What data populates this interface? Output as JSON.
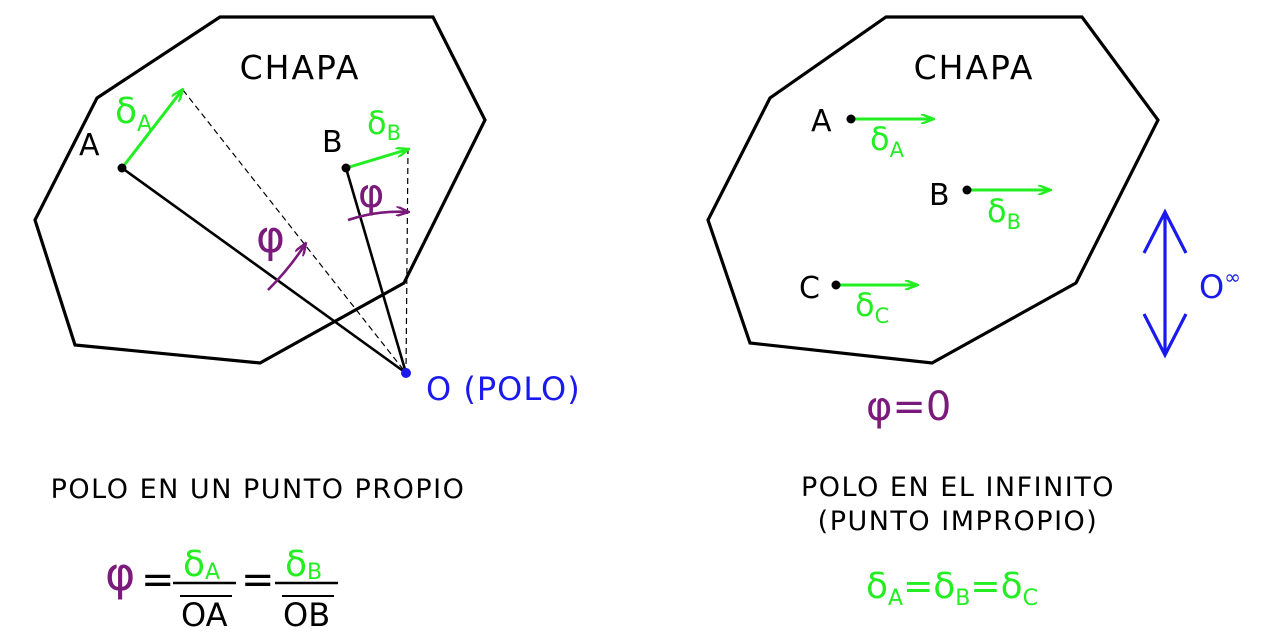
{
  "colors": {
    "outline": "#000000",
    "displacement": "#22ee22",
    "rotation": "#7a1a7a",
    "pole": "#1a1aee"
  },
  "left": {
    "plate_label": "CHAPA",
    "point_a": "A",
    "point_b": "B",
    "delta_a": {
      "base": "δ",
      "sub": "A"
    },
    "delta_b": {
      "base": "δ",
      "sub": "B"
    },
    "phi_symbol": "φ",
    "pole_label": "O (POLO)",
    "caption": "POLO EN UN PUNTO PROPIO",
    "formula": {
      "phi": "φ",
      "eq": "=",
      "num1": {
        "base": "δ",
        "sub": "A"
      },
      "den1": "OA",
      "num2": {
        "base": "δ",
        "sub": "B"
      },
      "den2": "OB"
    }
  },
  "right": {
    "plate_label": "CHAPA",
    "point_a": "A",
    "point_b": "B",
    "point_c": "C",
    "delta_a": {
      "base": "δ",
      "sub": "A"
    },
    "delta_b": {
      "base": "δ",
      "sub": "B"
    },
    "delta_c": {
      "base": "δ",
      "sub": "C"
    },
    "pole_label": {
      "base": "O",
      "sup": "∞"
    },
    "phi_zero": {
      "phi": "φ",
      "rest": "=0"
    },
    "caption_line1": "POLO EN EL INFINITO",
    "caption_line2": "(PUNTO IMPROPIO)",
    "formula": {
      "d1": {
        "base": "δ",
        "sub": "A"
      },
      "eq": "=",
      "d2": {
        "base": "δ",
        "sub": "B"
      },
      "d3": {
        "base": "δ",
        "sub": "C"
      }
    }
  }
}
